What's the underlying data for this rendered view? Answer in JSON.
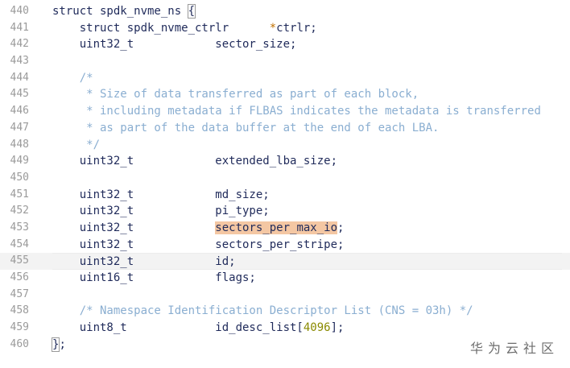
{
  "lines": [
    {
      "n": "440",
      "t": [
        "struct spdk_nvme_ns ",
        {
          "c": "brk",
          "s": "{"
        }
      ]
    },
    {
      "n": "441",
      "t": [
        "    struct spdk_nvme_ctrlr      ",
        {
          "c": "ptr",
          "s": "*"
        },
        "ctrlr;"
      ]
    },
    {
      "n": "442",
      "t": [
        "    uint32_t            sector_size;"
      ]
    },
    {
      "n": "443",
      "t": [
        ""
      ]
    },
    {
      "n": "444",
      "t": [
        {
          "c": "cm",
          "s": "    /*"
        }
      ]
    },
    {
      "n": "445",
      "t": [
        {
          "c": "cm",
          "s": "     * Size of data transferred as part of each block,"
        }
      ]
    },
    {
      "n": "446",
      "t": [
        {
          "c": "cm",
          "s": "     * including metadata if FLBAS indicates the metadata is transferred"
        }
      ]
    },
    {
      "n": "447",
      "t": [
        {
          "c": "cm",
          "s": "     * as part of the data buffer at the end of each LBA."
        }
      ]
    },
    {
      "n": "448",
      "t": [
        {
          "c": "cm",
          "s": "     */"
        }
      ]
    },
    {
      "n": "449",
      "t": [
        "    uint32_t            extended_lba_size;"
      ]
    },
    {
      "n": "450",
      "t": [
        ""
      ]
    },
    {
      "n": "451",
      "t": [
        "    uint32_t            md_size;"
      ]
    },
    {
      "n": "452",
      "t": [
        "    uint32_t            pi_type;"
      ]
    },
    {
      "n": "453",
      "t": [
        "    uint32_t            ",
        {
          "c": "hl",
          "s": "sectors_per_max_io"
        },
        ";"
      ]
    },
    {
      "n": "454",
      "t": [
        "    uint32_t            sectors_per_stripe;"
      ]
    },
    {
      "n": "455",
      "t": [
        "    uint32_t            id;"
      ],
      "current": true
    },
    {
      "n": "456",
      "t": [
        "    uint16_t            flags;"
      ]
    },
    {
      "n": "457",
      "t": [
        ""
      ]
    },
    {
      "n": "458",
      "t": [
        {
          "c": "cm",
          "s": "    /* Namespace Identification Descriptor List (CNS = 03h) */"
        }
      ]
    },
    {
      "n": "459",
      "t": [
        "    uint8_t             id_desc_list[",
        {
          "c": "num",
          "s": "4096"
        },
        "];"
      ]
    },
    {
      "n": "460",
      "t": [
        {
          "c": "brk",
          "s": "}"
        },
        ";"
      ]
    }
  ],
  "watermark": "华为云社区"
}
